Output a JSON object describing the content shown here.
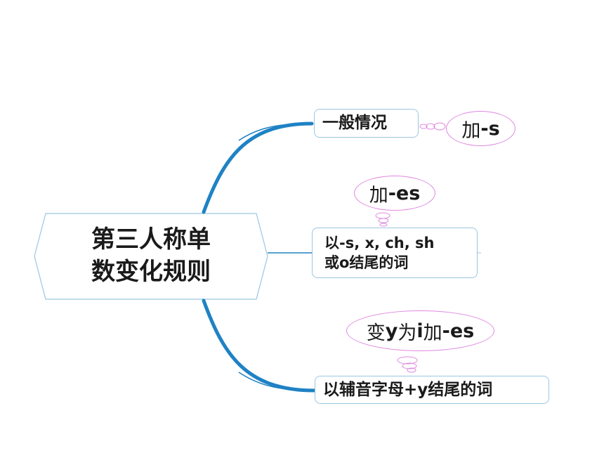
{
  "central_topic": {
    "line1": "第三人称单",
    "line2": "数变化规则"
  },
  "branches": [
    {
      "text": "一般情况",
      "note": {
        "prefix": "加",
        "emph": "-s"
      }
    },
    {
      "line1": "以-s, x, ch, sh",
      "line2": "或o结尾的词",
      "note": {
        "prefix": "加",
        "emph": "-es"
      }
    },
    {
      "text": "以辅音字母+y结尾的词",
      "note": {
        "part1": "变",
        "part2": "y",
        "part3": "为",
        "part4": "i",
        "part5": "加",
        "emph": "-es"
      }
    }
  ],
  "colors": {
    "center_border": "#9cc6e0",
    "connector": "#1f82c4",
    "branch_border": "#9cc6e0",
    "note_border": "#e089e0"
  }
}
